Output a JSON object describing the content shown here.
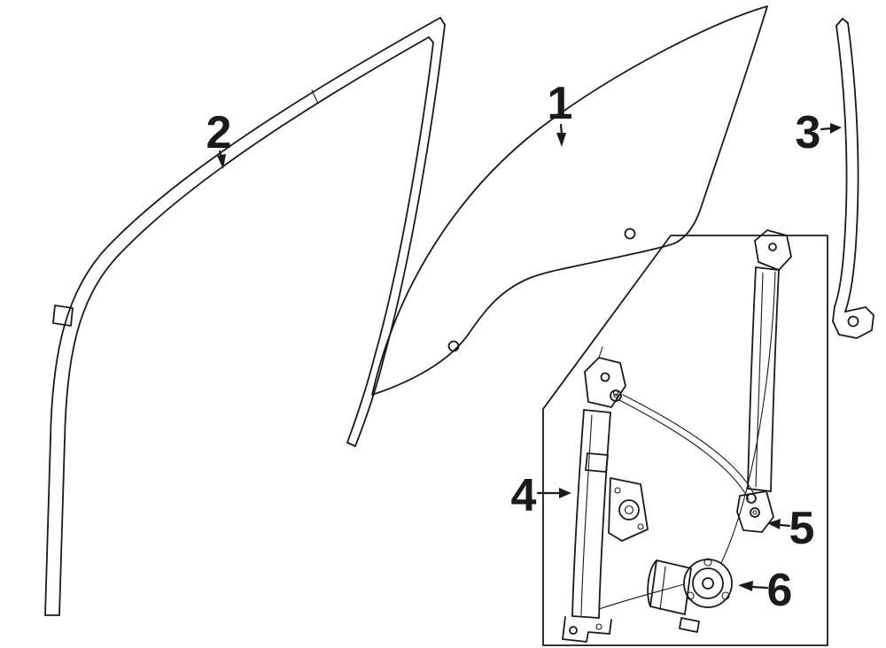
{
  "diagram": {
    "colors": {
      "line": "#1a1a1a",
      "background": "#ffffff"
    },
    "callouts": [
      {
        "label": "1",
        "target": "door-glass"
      },
      {
        "label": "2",
        "target": "front-glass-run-channel"
      },
      {
        "label": "3",
        "target": "rear-glass-run-channel"
      },
      {
        "label": "4",
        "target": "window-regulator"
      },
      {
        "label": "5",
        "target": "regulator-guide-clamp"
      },
      {
        "label": "6",
        "target": "window-motor"
      }
    ]
  }
}
